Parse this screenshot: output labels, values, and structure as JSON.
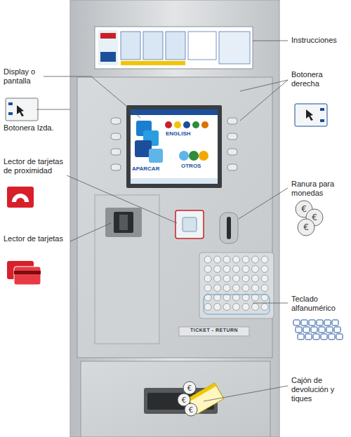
{
  "diagram": {
    "labels": [
      "Instrucciones",
      "Display o pantalla",
      "Botonera derecha",
      "Botonera Izda.",
      "Ranura para monedas",
      "Lector de tarjetas de proximidad",
      "Lector de tarjetas",
      "Teclado alfanumérico",
      "Cajón de devolución y tiques",
      "ENGLISH",
      "APARCAR",
      "OTROS",
      "TICKET - RETURN"
    ]
  }
}
